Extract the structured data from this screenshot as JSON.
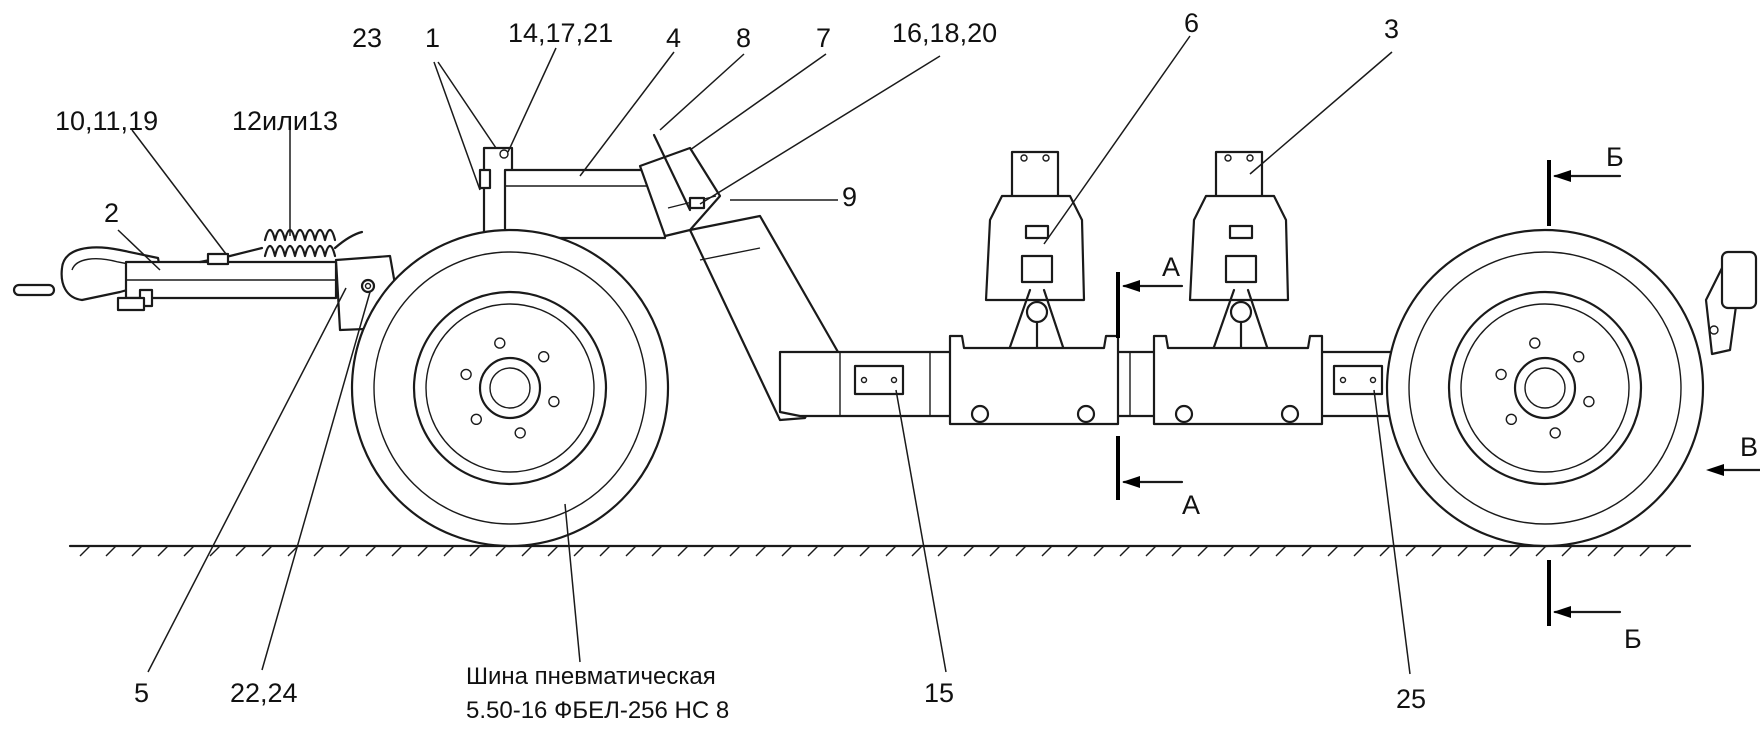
{
  "callouts": {
    "c23": "23",
    "c1": "1",
    "c14_17_21": "14,17,21",
    "c4": "4",
    "c8": "8",
    "c7": "7",
    "c16_18_20": "16,18,20",
    "c6": "6",
    "c3": "3",
    "c10_11_19": "10,11,19",
    "c12_13": "12или13",
    "c2": "2",
    "c9": "9",
    "c5": "5",
    "c22_24": "22,24",
    "c15": "15",
    "c25": "25"
  },
  "sections": {
    "a_top": "А",
    "a_bottom": "А",
    "b_top": "Б",
    "b_bottom": "Б",
    "v": "В"
  },
  "tire_caption": {
    "line1": "Шина пневматическая",
    "line2": "5.50-16 ФБЕЛ-256 НС 8"
  }
}
